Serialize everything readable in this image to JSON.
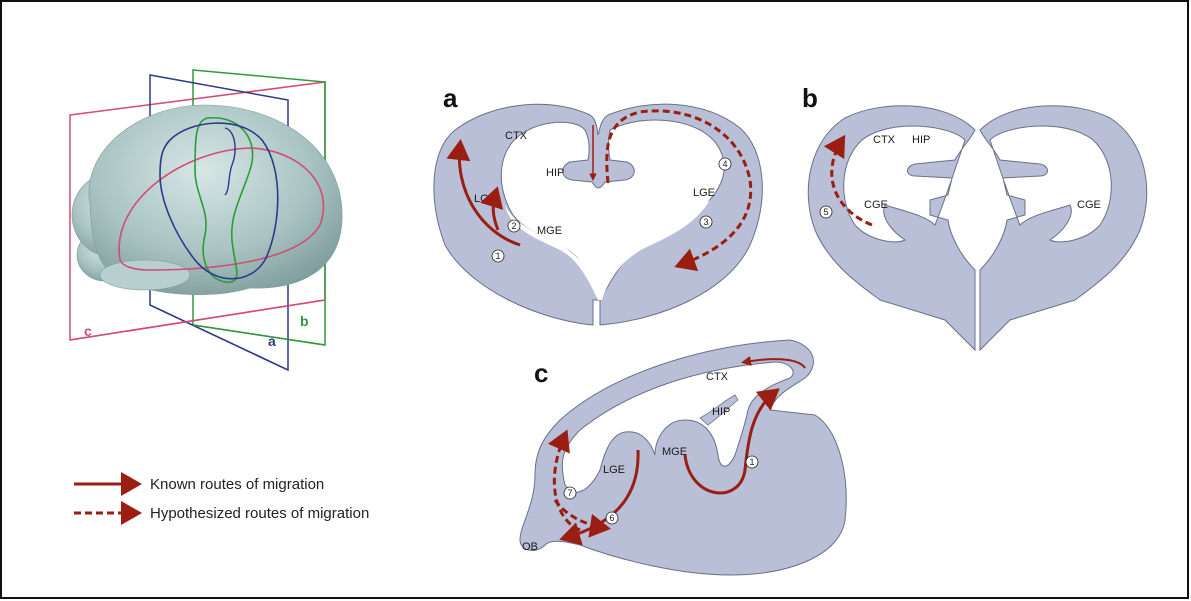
{
  "colors": {
    "tissue_fill": "#b8bfd6",
    "tissue_stroke": "#6a7088",
    "arrow": "#9a1e12",
    "plane_a": "#2c3a8c",
    "plane_b": "#2e9a3a",
    "plane_c": "#d44a78",
    "brain": "#a9c4c3"
  },
  "planes": {
    "a": "a",
    "b": "b",
    "c": "c"
  },
  "panels": {
    "a": {
      "label": "a",
      "regions": {
        "ctx": "CTX",
        "hip": "HIP",
        "lge_left": "LGE",
        "lge_right": "LGE",
        "mge": "MGE"
      },
      "routes": {
        "r1": "1",
        "r2": "2",
        "r3": "3",
        "r4": "4"
      }
    },
    "b": {
      "label": "b",
      "regions": {
        "ctx": "CTX",
        "hip": "HIP",
        "cge_left": "CGE",
        "cge_right": "CGE"
      },
      "routes": {
        "r5": "5"
      }
    },
    "c": {
      "label": "c",
      "regions": {
        "ctx": "CTX",
        "hip": "HIP",
        "lge": "LGE",
        "mge": "MGE",
        "ob": "OB"
      },
      "routes": {
        "r1": "1",
        "r6": "6",
        "r7": "7"
      }
    }
  },
  "legend": {
    "known": "Known routes of migration",
    "hypothesized": "Hypothesized routes of migration"
  }
}
